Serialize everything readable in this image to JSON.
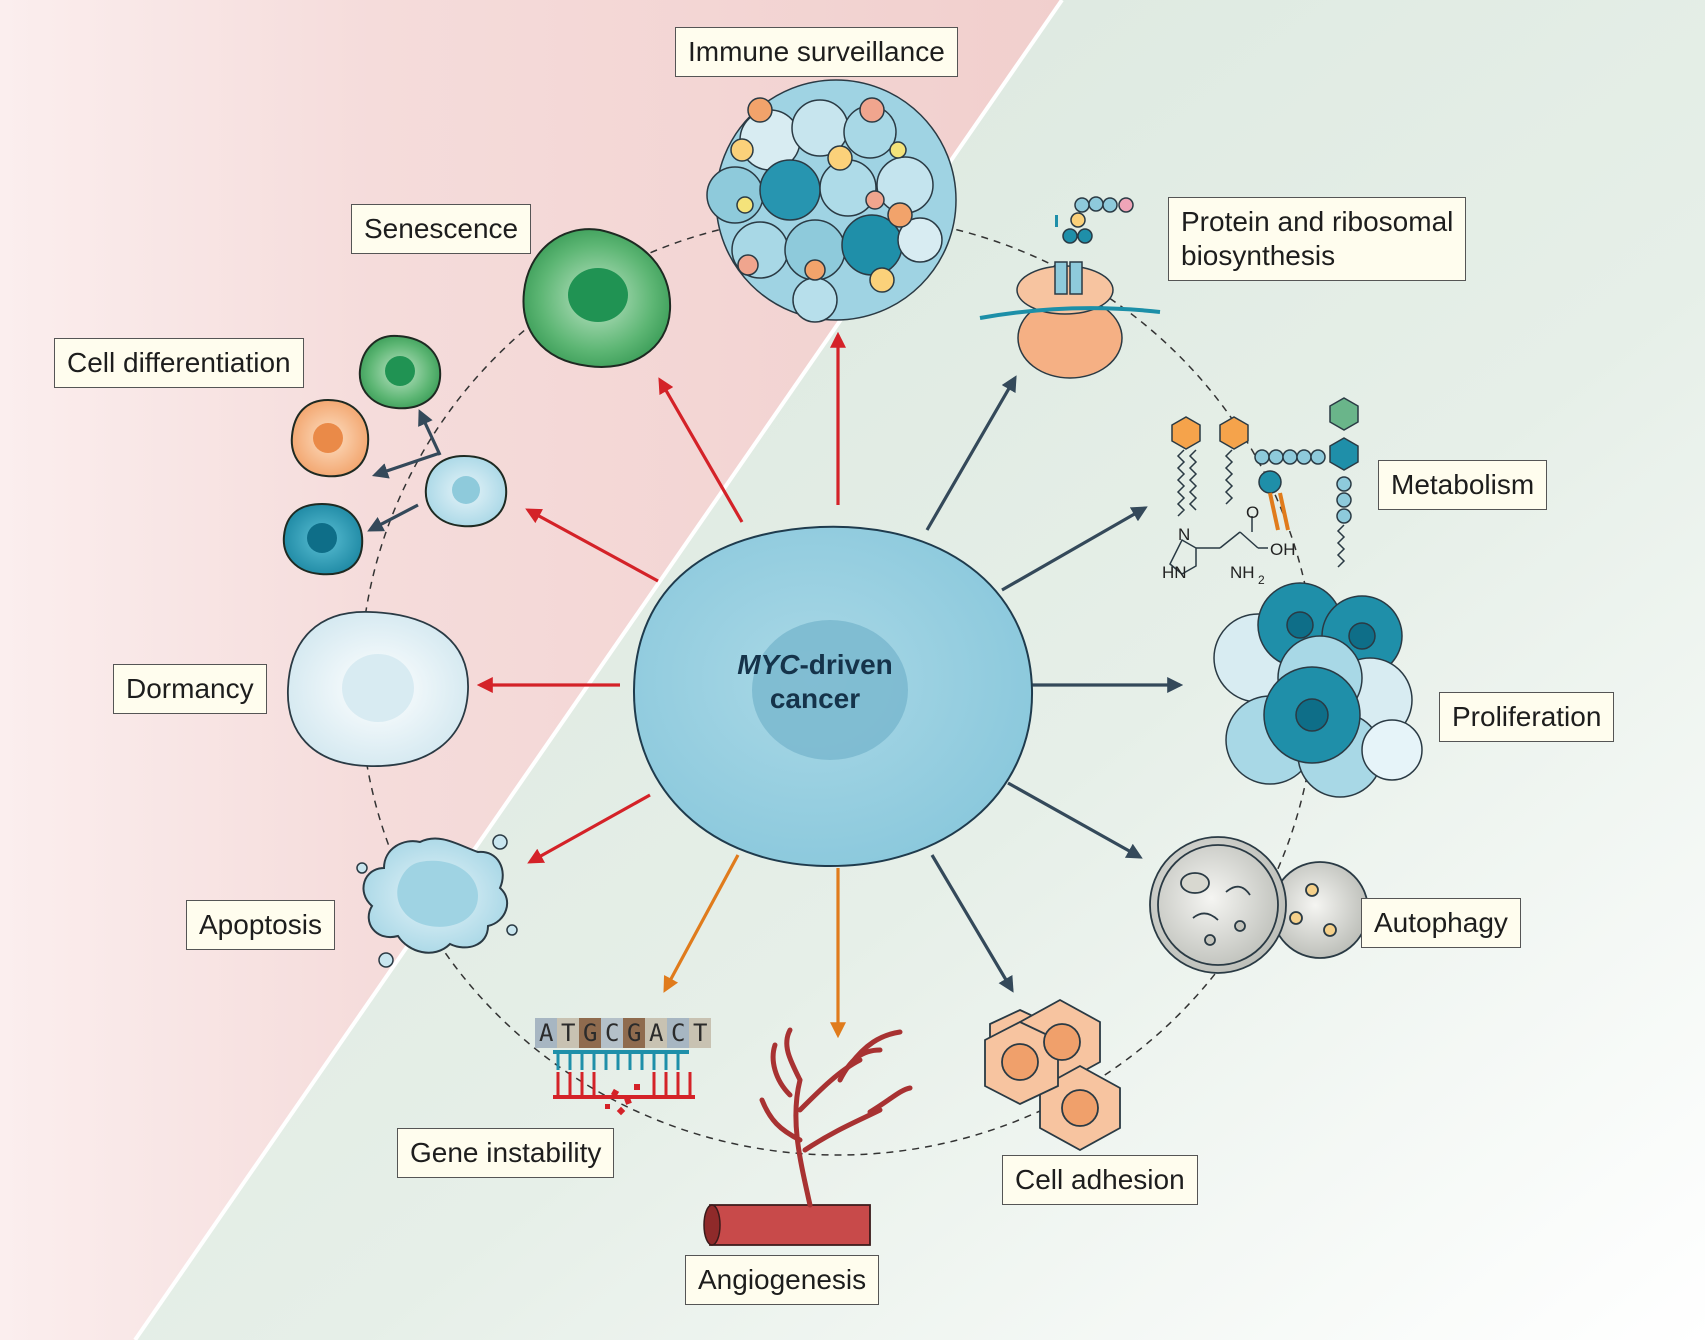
{
  "center": {
    "title_italic": "MYC",
    "title_rest": "-driven",
    "subtitle": "cancer"
  },
  "labels": {
    "immune_surveillance": "Immune surveillance",
    "senescence": "Senescence",
    "cell_differentiation": "Cell differentiation",
    "dormancy": "Dormancy",
    "apoptosis": "Apoptosis",
    "gene_instability": "Gene instability",
    "angiogenesis": "Angiogenesis",
    "cell_adhesion": "Cell adhesion",
    "autophagy": "Autophagy",
    "proliferation": "Proliferation",
    "metabolism": "Metabolism",
    "protein_ribosomal": "Protein and ribosomal\nbiosynthesis"
  },
  "dna_sequence": [
    "A",
    "T",
    "G",
    "C",
    "G",
    "A",
    "C",
    "T"
  ],
  "chem_labels": {
    "o": "O",
    "oh": "OH",
    "hn": "HN",
    "nh2": "NH",
    "sub2": "2",
    "n": "N"
  },
  "colors": {
    "red_arrow": "#d42228",
    "dark_arrow": "#34495a",
    "orange_arrow": "#e07b1c",
    "left_bg": "#f4d6d5",
    "right_bg": "#dfe9e1",
    "cell_blue": "#8fcbdc",
    "green_cell": "#3da35d",
    "orange_cell": "#f2a36b",
    "teal_cell": "#1f8fa9"
  }
}
